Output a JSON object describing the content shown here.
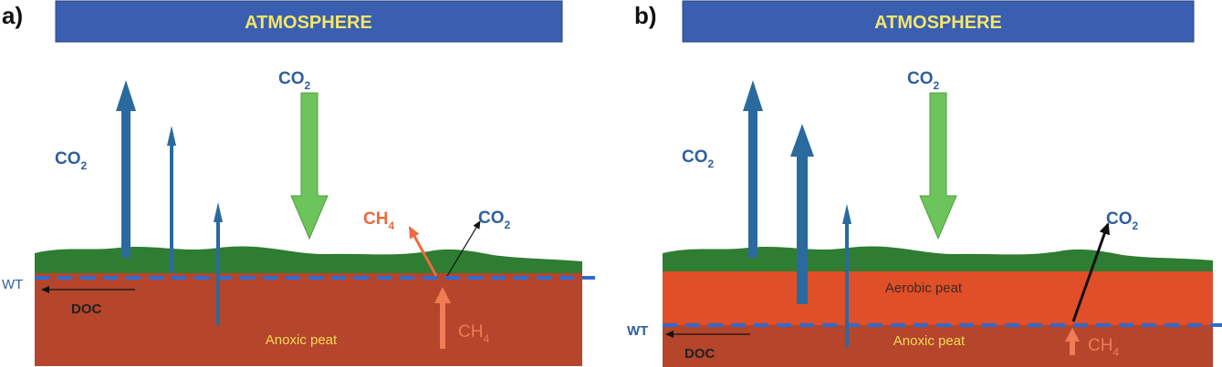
{
  "colors": {
    "atmosphere_box": "#3a5fb0",
    "vegetation": "#2e7d32",
    "anoxic_peat": "#b5452b",
    "aerobic_peat": "#e04f28",
    "co2_arrow": "#2a6a9e",
    "uptake_arrow": "#6cc45a",
    "ch4": "#ee6a40",
    "water_table": "#2f6bd0"
  },
  "panels": [
    {
      "letter": "a)",
      "atmosphere": "ATMOSPHERE",
      "co2_uptake": {
        "main": "CO",
        "sub": "2"
      },
      "co2_emission": {
        "main": "CO",
        "sub": "2"
      },
      "ch4_emission": {
        "main": "CH",
        "sub": "4"
      },
      "co2_oxidation": {
        "main": "CO",
        "sub": "2"
      },
      "ch4_production": {
        "main": "CH",
        "sub": "4"
      },
      "wt": "WT",
      "doc": "DOC",
      "anoxic_label": "Anoxic peat"
    },
    {
      "letter": "b)",
      "atmosphere": "ATMOSPHERE",
      "co2_uptake": {
        "main": "CO",
        "sub": "2"
      },
      "co2_emission": {
        "main": "CO",
        "sub": "2"
      },
      "co2_oxidation": {
        "main": "CO",
        "sub": "2"
      },
      "ch4_production": {
        "main": "CH",
        "sub": "4"
      },
      "wt": "WT",
      "doc": "DOC",
      "aerobic_label": "Aerobic peat",
      "anoxic_label": "Anoxic peat"
    }
  ]
}
